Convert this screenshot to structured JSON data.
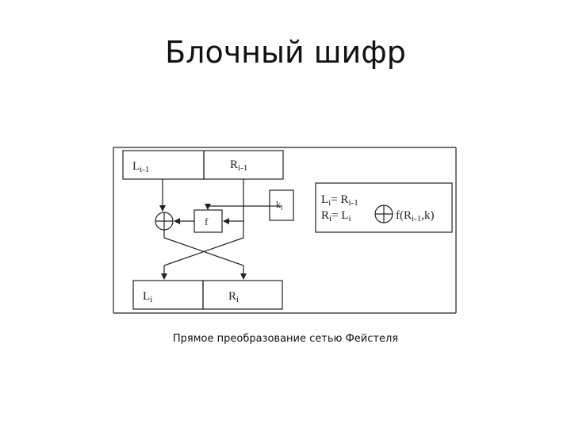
{
  "slide": {
    "title": "Блочный шифр"
  },
  "diagram": {
    "left_in": {
      "base": "L",
      "sub": "i-1"
    },
    "right_in": {
      "base": "R",
      "sub": "i-1"
    },
    "key": {
      "base": "k",
      "sub": "i"
    },
    "func": "f",
    "left_out": {
      "base": "L",
      "sub": "i"
    },
    "right_out": {
      "base": "R",
      "sub": "i"
    },
    "eq1": {
      "lhs": "L",
      "lhs_sub": "i",
      "op": "=",
      "rhs": "R",
      "rhs_sub": "i-1"
    },
    "eq2": {
      "lhs": "R",
      "lhs_sub": "i",
      "op": "=",
      "rhs": "L",
      "rhs_sub": "i",
      "fn": "f(R",
      "fn_sub": "i-1",
      "fn_tail": ",k)"
    }
  },
  "caption": "Прямое преобразование сетью Фейстеля"
}
